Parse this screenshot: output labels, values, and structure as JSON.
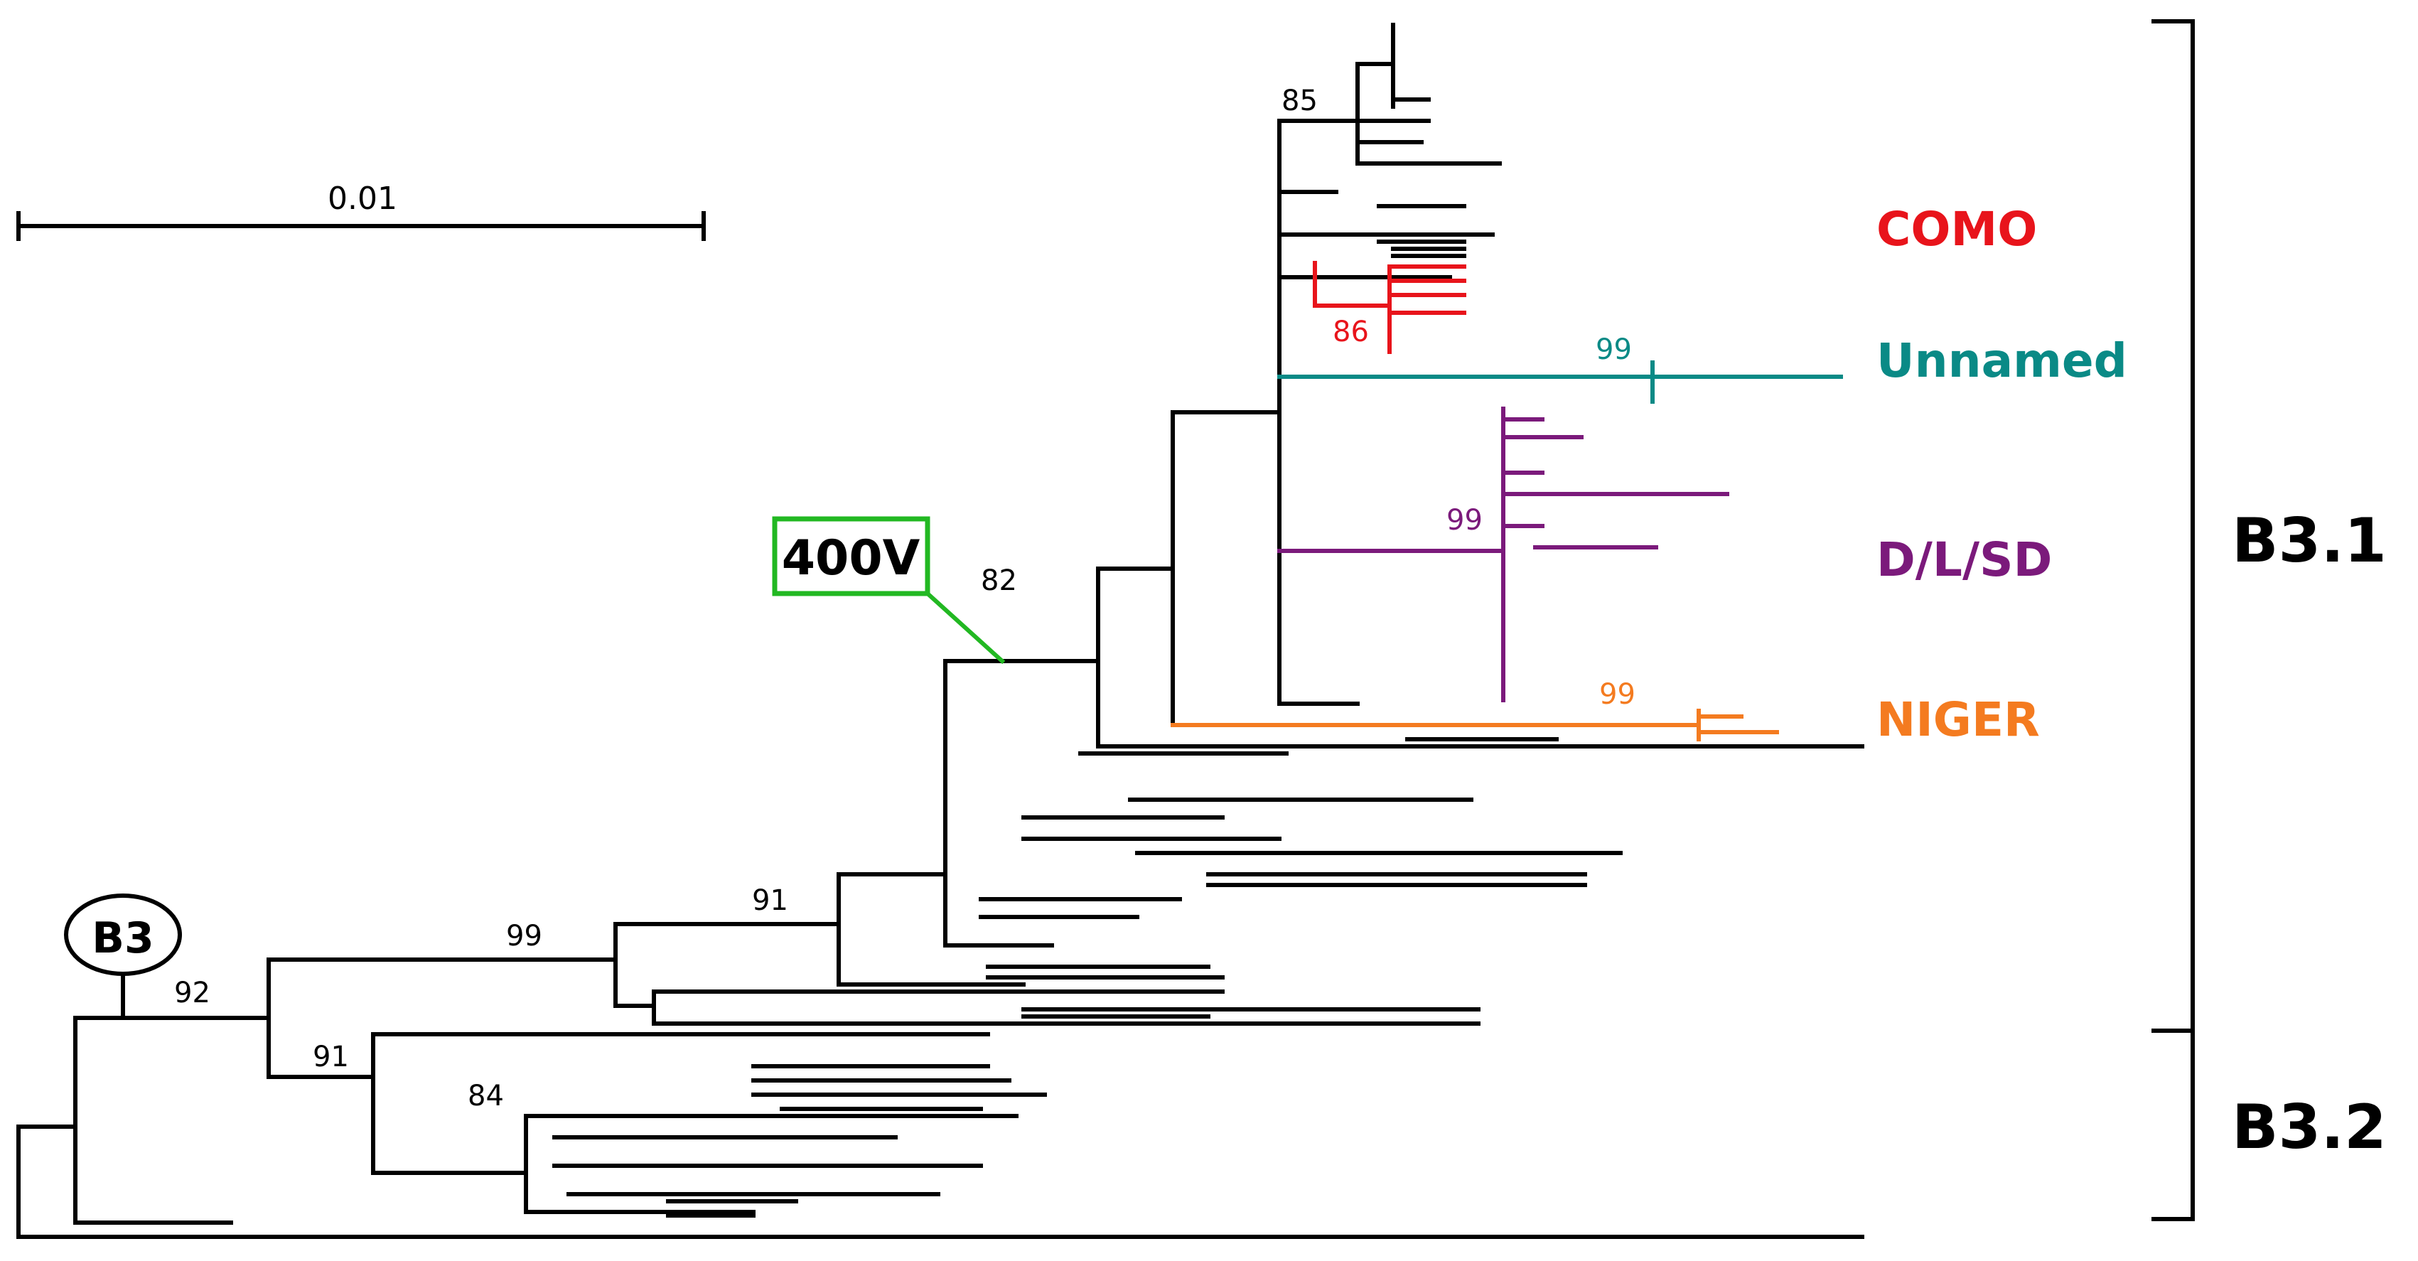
{
  "scale_bar": {
    "label": "0.01"
  },
  "root_marker": {
    "label": "B3"
  },
  "mutation_marker": {
    "label": "400V"
  },
  "bootstrap": {
    "n92": "92",
    "n91a": "91",
    "n99a": "99",
    "n91b": "91",
    "n84": "84",
    "n82": "82",
    "n85": "85",
    "n86": "86",
    "n99_unnamed": "99",
    "n99_dlsd": "99",
    "n99_niger": "99"
  },
  "clades": {
    "como": {
      "label": "COMO",
      "color": "#e8141b"
    },
    "unnamed": {
      "label": "Unnamed",
      "color": "#0a8a86"
    },
    "dlsd": {
      "label": "D/L/SD",
      "color": "#7b1a7b"
    },
    "niger": {
      "label": "NIGER",
      "color": "#f47b20"
    }
  },
  "lineages": {
    "b31": {
      "label": "B3.1"
    },
    "b32": {
      "label": "B3.2"
    }
  },
  "marker_color": "#22b822"
}
